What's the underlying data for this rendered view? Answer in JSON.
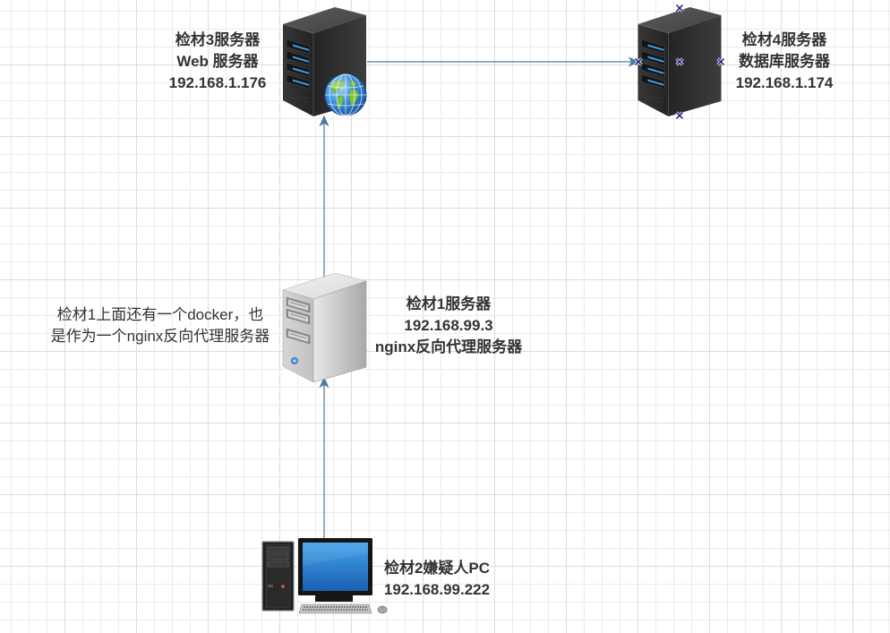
{
  "colors": {
    "edge": "#4f7aa0",
    "label_text": "#333333",
    "grid_minor": "#ebebeb",
    "grid_major": "#dcdcdc",
    "marker": "#16167a"
  },
  "nodes": {
    "web_server": {
      "name": "检材3服务器",
      "role": "Web 服务器",
      "ip": "192.168.1.176",
      "icon": "server-tower-dark-icon",
      "badge_icon": "globe-icon"
    },
    "db_server": {
      "name": "检材4服务器",
      "role": "数据库服务器",
      "ip": "192.168.1.174",
      "icon": "server-tower-dark-icon",
      "marker_icon": "connection-point-x-icon"
    },
    "proxy_server": {
      "name": "检材1服务器",
      "ip": "192.168.99.3",
      "role": "nginx反向代理服务器",
      "icon": "server-tower-light-icon"
    },
    "suspect_pc": {
      "name": "检材2嫌疑人PC",
      "ip": "192.168.99.222",
      "icon": "desktop-pc-icon"
    }
  },
  "annotation": {
    "lines": [
      "检材1上面还有一个docker，也",
      "是作为一个nginx反向代理服务器"
    ]
  }
}
